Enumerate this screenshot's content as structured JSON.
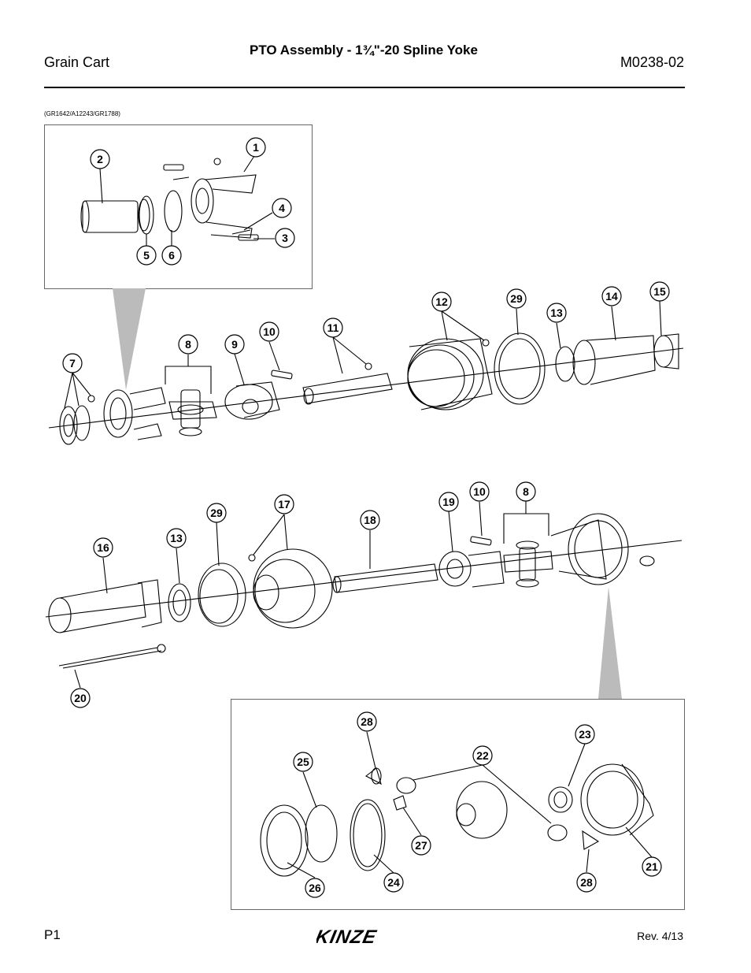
{
  "header": {
    "left": "Grain Cart",
    "title": "PTO Assembly - 1¾\"-20 Spline Yoke",
    "right": "M0238-02"
  },
  "ref_codes": "(GR1642/A12243/GR1788)",
  "callouts": [
    "1",
    "2",
    "3",
    "4",
    "5",
    "6",
    "7",
    "8",
    "9",
    "10",
    "11",
    "12",
    "29",
    "13",
    "14",
    "15",
    "16",
    "13",
    "29",
    "17",
    "18",
    "19",
    "10",
    "8",
    "20",
    "28",
    "25",
    "22",
    "23",
    "27",
    "21",
    "26",
    "24",
    "28"
  ],
  "footer": {
    "page": "P1",
    "logo_text": "KINZE",
    "revision": "Rev. 4/13"
  }
}
